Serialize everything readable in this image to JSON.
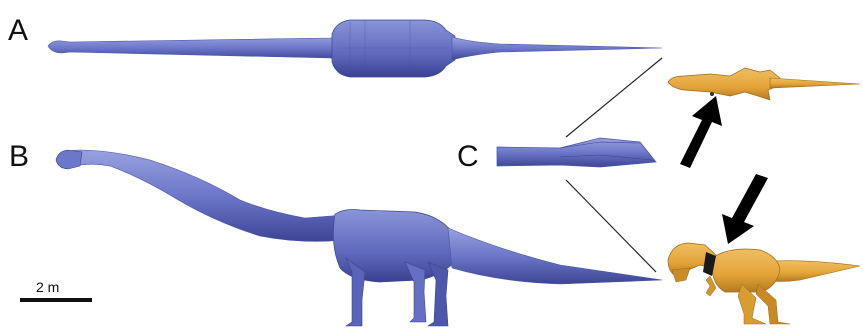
{
  "panels": {
    "a_label": "A",
    "b_label": "B",
    "c_label": "C"
  },
  "scale_bar": {
    "label": "2 m"
  },
  "colors": {
    "sauropod_fill": "#6c77c9",
    "sauropod_dark": "#3d4494",
    "sauropod_light": "#98a1df",
    "theropod_fill": "#e3a438",
    "theropod_dark": "#9c6a18",
    "arrow": "#000000",
    "line": "#222222"
  },
  "icons": [
    "sauropod-top-view",
    "sauropod-side-view",
    "tail-tip-detail",
    "theropod-top-view",
    "theropod-side-view",
    "arrow-icon"
  ]
}
